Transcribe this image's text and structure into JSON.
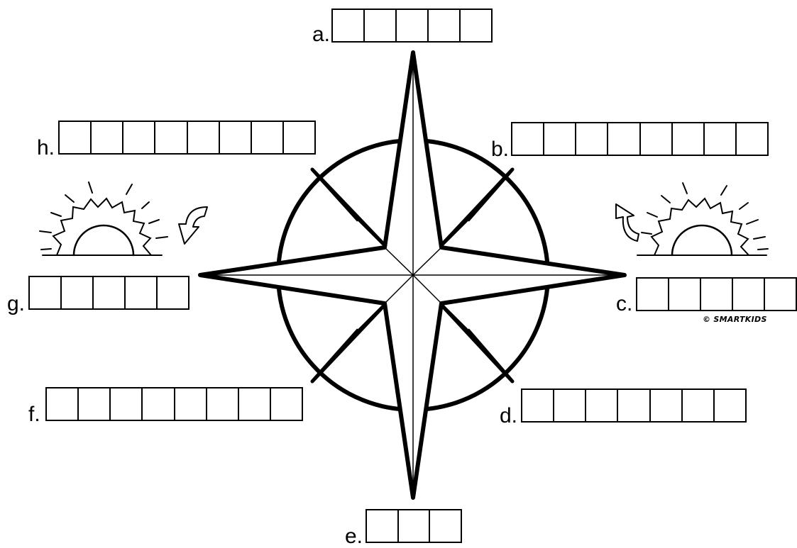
{
  "answers": [
    {
      "id": "a",
      "label": "a.",
      "boxes": 5
    },
    {
      "id": "b",
      "label": "b.",
      "boxes": 8
    },
    {
      "id": "c",
      "label": "c.",
      "boxes": 5
    },
    {
      "id": "d",
      "label": "d.",
      "boxes": 7
    },
    {
      "id": "e",
      "label": "e.",
      "boxes": 3
    },
    {
      "id": "f",
      "label": "f.",
      "boxes": 8
    },
    {
      "id": "g",
      "label": "g.",
      "boxes": 5
    },
    {
      "id": "h",
      "label": "h.",
      "boxes": 8
    }
  ],
  "copyright": "© SMARTKIDS",
  "icons": [
    "compass-rose-icon",
    "rising-sun-icon",
    "setting-sun-icon",
    "curved-arrow-up-icon",
    "curved-arrow-down-icon"
  ],
  "colors": {
    "ink": "#000000",
    "paper": "#ffffff"
  }
}
